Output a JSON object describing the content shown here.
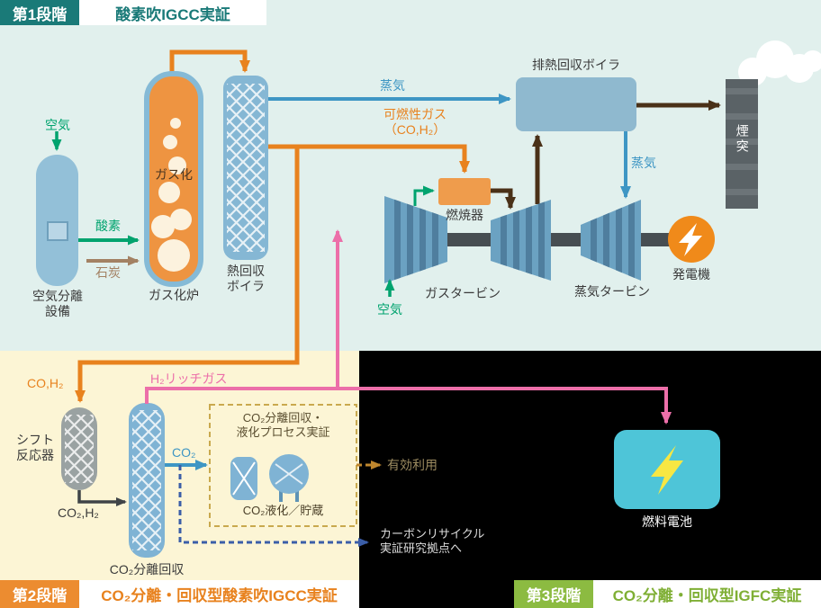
{
  "stage1": {
    "tag": "第1段階",
    "title": "酸素吹IGCC実証",
    "labels": {
      "air_in": "空気",
      "air_separation": "空気分離\n設備",
      "oxygen": "酸素",
      "coal": "石炭",
      "gasification": "ガス化",
      "gasifier": "ガス化炉",
      "heat_recovery_boiler": "熱回収\nボイラ",
      "steam_top": "蒸気",
      "combustible_gas": "可燃性ガス\n（CO,H₂）",
      "exhaust_heat_boiler": "排熱回収ボイラ",
      "chimney": "煙突",
      "combustor": "燃焼器",
      "gas_turbine": "ガスタービン",
      "air_turbine": "空気",
      "steam_right": "蒸気",
      "steam_turbine": "蒸気タービン",
      "generator": "発電機"
    }
  },
  "stage2": {
    "tag": "第2段階",
    "title": "CO₂分離・回収型酸素吹IGCC実証",
    "labels": {
      "co_h2": "CO,H₂",
      "h2_rich_gas": "H₂リッチガス",
      "shift_reactor": "シフト\n反応器",
      "co2_h2": "CO₂,H₂",
      "co2_capture": "CO₂分離回収",
      "co2": "CO₂",
      "process_title": "CO₂分離回収・\n液化プロセス実証",
      "liquefaction_storage": "CO₂液化／貯蔵",
      "effective_use": "有効利用",
      "carbon_recycle": "カーボンリサイクル\n実証研究拠点へ"
    }
  },
  "stage3": {
    "tag": "第3段階",
    "title": "CO₂分離・回収型IGFC実証",
    "labels": {
      "fuel_cell": "燃料電池"
    }
  },
  "colors": {
    "stage1_teal": "#1A7A78",
    "stage1_bg": "#E1F0ED",
    "stage2_orange": "#EC8C30",
    "stage2_bg": "#FCF5D5",
    "stage3_green": "#8CBB41",
    "arrow_green": "#00A36E",
    "arrow_orange": "#E8821E",
    "arrow_blue": "#3E96C4",
    "arrow_pink": "#EC6FA9",
    "arrow_coal_brown": "#A38163",
    "arrow_exhaust_brown": "#4A3118",
    "component_blue": "#85B7D4",
    "gasifier_orange": "#EE9441",
    "generator_orange": "#F08A1A",
    "fuel_cell_cyan": "#4EC5D8",
    "fuel_cell_bolt_yellow": "#F7E743"
  }
}
